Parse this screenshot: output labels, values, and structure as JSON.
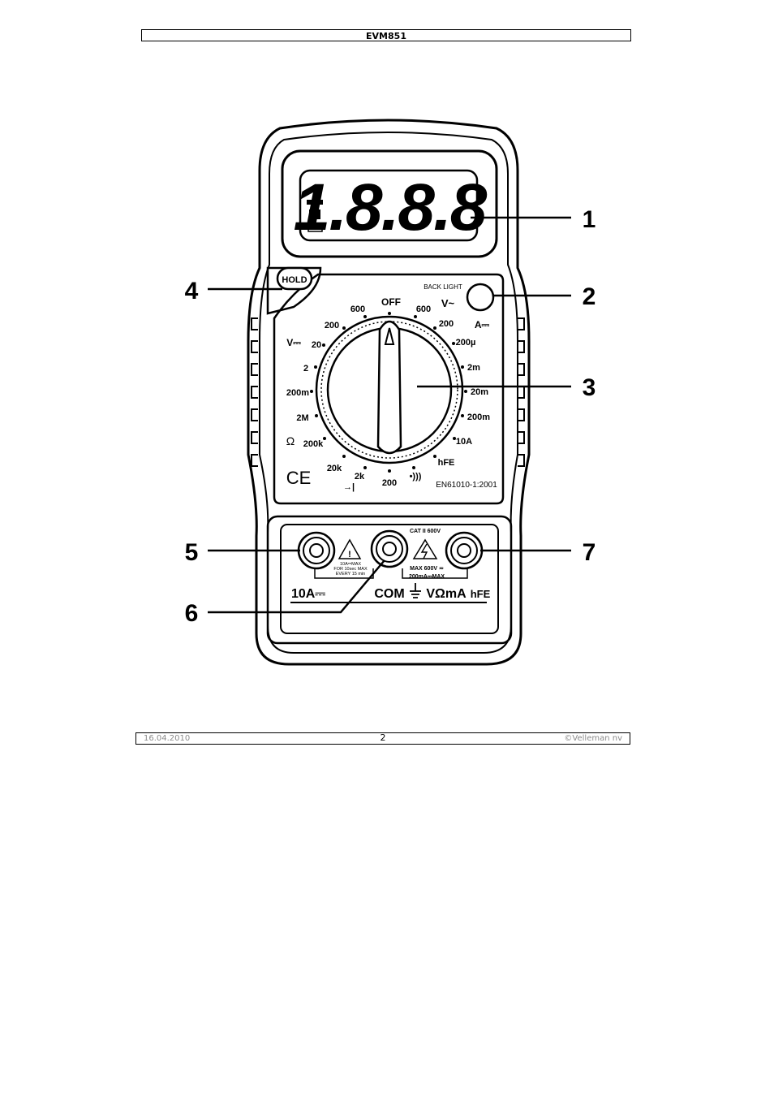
{
  "header": {
    "title": "EVM851"
  },
  "footer": {
    "date": "16.04.2010",
    "page": "2",
    "copyright": "©Velleman nv"
  },
  "meter": {
    "display": {
      "digits": "1.8.8.8",
      "minus": "–",
      "hold_indicator": "H"
    },
    "hold_label": "HOLD",
    "backlight_label": "BACK LIGHT",
    "dial": {
      "off": "OFF",
      "vac_symbol": "V~",
      "adc_symbol": "A⎓",
      "vdc_symbol": "V⎓",
      "ohm_symbol": "Ω",
      "vac_ranges": [
        "600",
        "200"
      ],
      "vdc_ranges": [
        "600",
        "200",
        "20",
        "2",
        "200m"
      ],
      "adc_ranges": [
        "200µ",
        "2m",
        "20m",
        "200m",
        "10A"
      ],
      "ohm_ranges": [
        "2M",
        "200k",
        "20k",
        "2k",
        "200"
      ],
      "hfe": "hFE",
      "continuity": "•)))",
      "diode": "→|",
      "ce_mark": "CE",
      "standard": "EN61010-1:2001"
    },
    "terminals": {
      "cat_rating": "CAT II  600V",
      "left_warning": [
        "10A⎓MAX",
        "FOR 10sec MAX",
        "EVERY 15 min"
      ],
      "right_warning": [
        "MAX 600V ≂",
        "200mA⎓MAX"
      ],
      "label_10a": "10A⎓",
      "label_com": "COM",
      "label_vohm": "VΩmA",
      "label_hfe": "hFE"
    }
  },
  "callouts": [
    "1",
    "2",
    "3",
    "4",
    "5",
    "6",
    "7"
  ]
}
